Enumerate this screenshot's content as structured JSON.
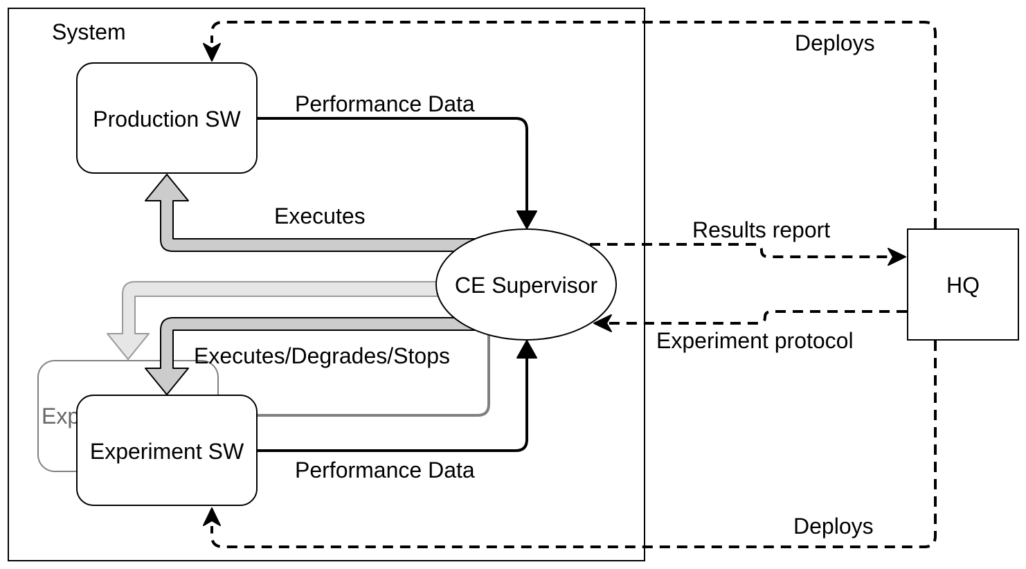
{
  "colors": {
    "ink": "#000000",
    "fat_arrow_fill": "#cccccc",
    "fat_arrow_fill_light": "#e6e6e6",
    "ghost_stroke": "#808080",
    "ghost_text": "#666666",
    "ghost_arrow_stroke": "#999999"
  },
  "system": {
    "label": "System"
  },
  "nodes": {
    "production": {
      "label": "Production SW"
    },
    "experiment": {
      "label": "Experiment SW"
    },
    "experiment_ghost": {
      "label": "Exp"
    },
    "supervisor": {
      "label": "CE Supervisor"
    },
    "hq": {
      "label": "HQ"
    }
  },
  "edges": {
    "perf_top": {
      "label": "Performance Data"
    },
    "perf_bottom": {
      "label": "Performance Data"
    },
    "executes": {
      "label": "Executes"
    },
    "executes_degrades": {
      "label": "Executes/Degrades/Stops"
    },
    "results_report": {
      "label": "Results report"
    },
    "experiment_protocol": {
      "label": "Experiment protocol"
    },
    "deploys_top": {
      "label": "Deploys"
    },
    "deploys_bottom": {
      "label": "Deploys"
    }
  }
}
